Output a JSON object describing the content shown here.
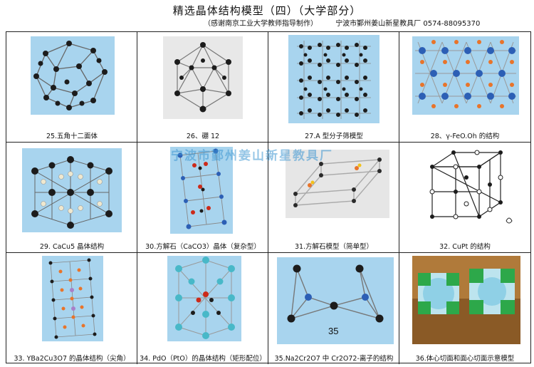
{
  "header": {
    "title": "精选晶体结构模型（四）（大学部分）",
    "acknowledgment": "（感谢南京工业大学教师指导制作）",
    "maker": "宁波市鄞州姜山新星教具厂",
    "phone": "0574-88095370"
  },
  "watermark": "宁波市鄞州姜山新星教具厂",
  "cells": [
    {
      "caption": "25.五角十二面体",
      "icon": "pentagonal-dodecahedron-model"
    },
    {
      "caption": "26、硼 12",
      "icon": "boron-12-icosahedron-model"
    },
    {
      "caption": "27.A 型分子筛模型",
      "icon": "type-a-molecular-sieve-model"
    },
    {
      "caption": "28、γ-FeO.Oh 的结构",
      "icon": "gamma-feooh-layer-model"
    },
    {
      "caption": "29. CaCu5 晶体结构",
      "icon": "cacu5-crystal-model"
    },
    {
      "caption": "30.方解石（CaCO3）晶体（复杂型）",
      "icon": "calcite-complex-model"
    },
    {
      "caption": "31.方解石模型（简单型）",
      "icon": "calcite-simple-model"
    },
    {
      "caption": "32. CuPt 的结构",
      "icon": "cupt-structure-diagram"
    },
    {
      "caption": "33. YBa2Cu3O7 的晶体结构（尖角）",
      "icon": "ybco-crystal-model"
    },
    {
      "caption": "34. PdO（PtO）的晶体结构（矩形配位）",
      "icon": "pdo-crystal-model"
    },
    {
      "caption": "35.Na2Cr2O7 中 Cr2O72-离子的结构",
      "icon": "dichromate-ion-model"
    },
    {
      "caption": "36.体心切面和面心切面示意模型",
      "icon": "cut-cube-face-models"
    }
  ],
  "cell35_number": "35",
  "colors": {
    "skyblue": "#a8d4ee",
    "black": "#1c1c1c",
    "orange": "#e8742a",
    "blue": "#2c5fb5",
    "cyan": "#48b8c8",
    "green": "#2da84a",
    "red": "#cc2a1a"
  }
}
